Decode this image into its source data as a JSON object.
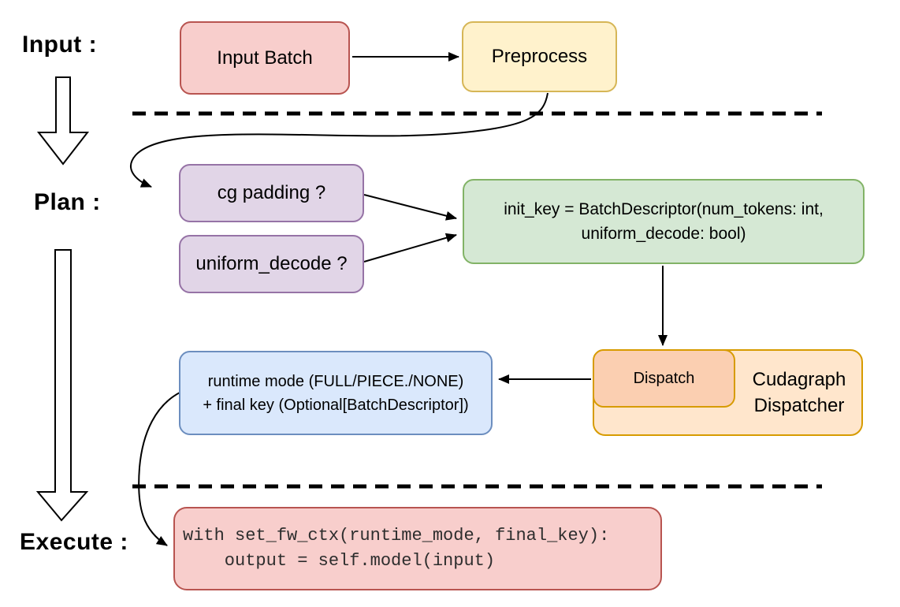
{
  "stages": {
    "input_label": "Input :",
    "plan_label": "Plan :",
    "execute_label": "Execute :"
  },
  "nodes": {
    "input_batch": {
      "label": "Input Batch"
    },
    "preprocess": {
      "label": "Preprocess"
    },
    "cg_padding": {
      "label": "cg padding ?"
    },
    "uniform_decode": {
      "label": "uniform_decode ?"
    },
    "init_key": {
      "line1": "init_key = BatchDescriptor(num_tokens: int,",
      "line2": "uniform_decode: bool)"
    },
    "dispatch": {
      "label": "Dispatch"
    },
    "cudagraph_dispatcher": {
      "line1": "Cudagraph",
      "line2": "Dispatcher"
    },
    "runtime_mode": {
      "line1": "runtime mode (FULL/PIECE./NONE)",
      "line2": "+ final key (Optional[BatchDescriptor])"
    },
    "execute_code": {
      "line1": "with set_fw_ctx(runtime_mode, final_key):",
      "line2": "    output = self.model(input)"
    }
  },
  "colors": {
    "red_fill": "#F8CECC",
    "red_stroke": "#B85450",
    "yellow_fill": "#FFF2CC",
    "yellow_stroke": "#D6B656",
    "purple_fill": "#E1D5E7",
    "purple_stroke": "#9673A6",
    "green_fill": "#D5E8D4",
    "green_stroke": "#82B366",
    "blue_fill": "#DAE8FC",
    "blue_stroke": "#6C8EBF",
    "orange_fill": "#FFE6CC",
    "orange_stroke": "#D79B00",
    "dispatch_fill": "#FBCFB1",
    "connector": "#000000"
  }
}
